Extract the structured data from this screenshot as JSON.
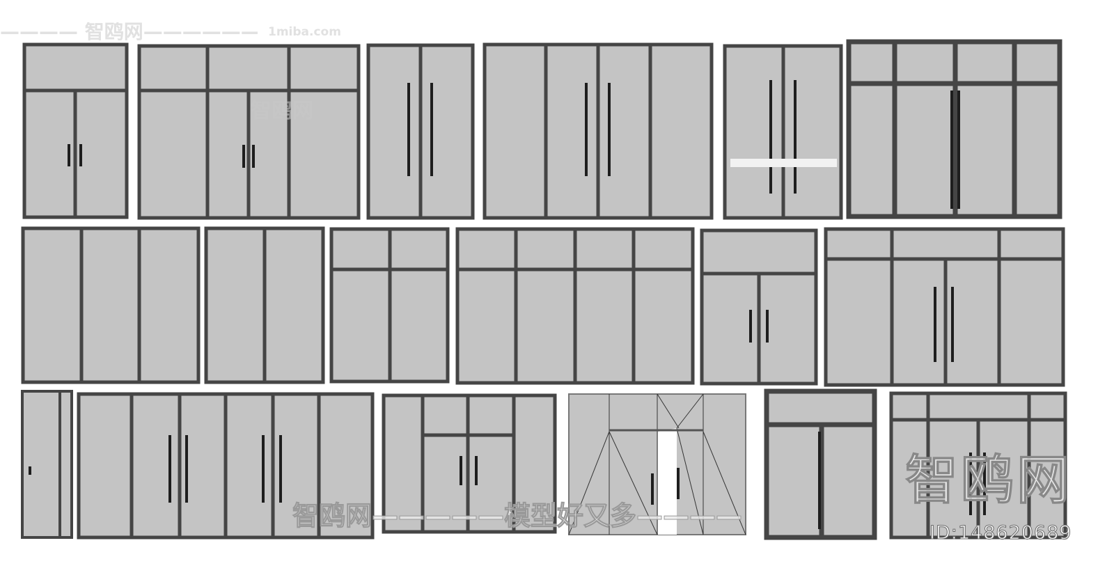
{
  "watermarks": {
    "site_cn": "智鸥网",
    "site_url": "1miba.com",
    "slogan": "智鸥网—————模型好又多————",
    "top_line": "———— 智鸥网——————"
  },
  "id_label": "ID:148620689",
  "colors": {
    "glass": "#c4c4c4",
    "frame": "#454545",
    "handle": "#1e1e1e",
    "background": "#ffffff"
  }
}
